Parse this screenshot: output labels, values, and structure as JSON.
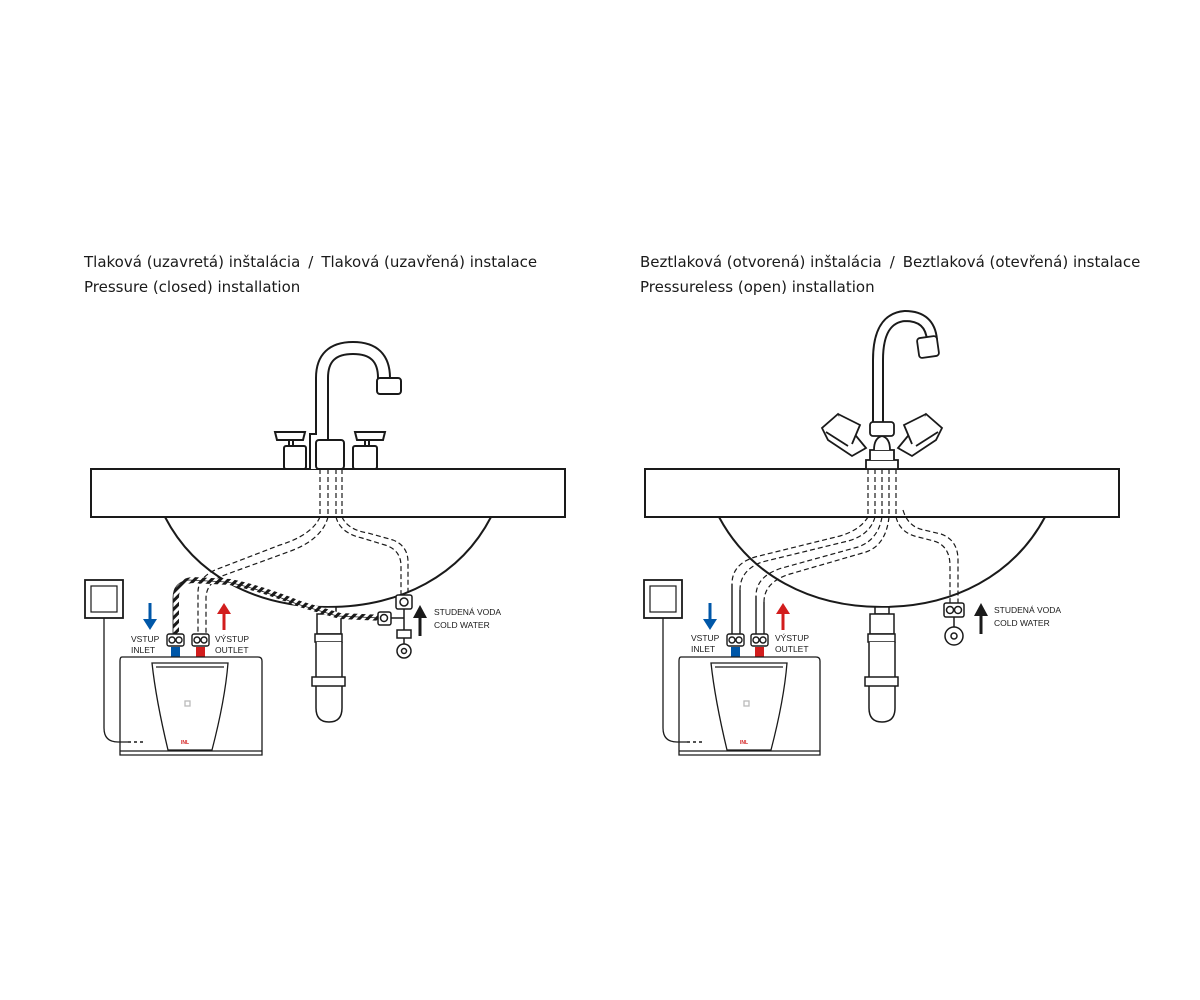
{
  "panels": [
    {
      "title_line1_a": "Tlaková (uzavretá) inštalácia",
      "title_sep": "/",
      "title_line1_b": "Tlaková (uzavřená) instalace",
      "title_line2": "Pressure (closed) installation",
      "labels": {
        "inlet_cz": "VSTUP",
        "inlet_en": "INLET",
        "outlet_cz": "VÝSTUP",
        "outlet_en": "OUTLET",
        "cold_cz": "STUDENÁ VODA",
        "cold_en": "COLD WATER"
      },
      "brand": "INL"
    },
    {
      "title_line1_a": "Beztlaková (otvorená) inštalácia",
      "title_sep": "/",
      "title_line1_b": "Beztlaková (otevřená) instalace",
      "title_line2": "Pressureless (open) installation",
      "labels": {
        "inlet_cz": "VSTUP",
        "inlet_en": "INLET",
        "outlet_cz": "VÝSTUP",
        "outlet_en": "OUTLET",
        "cold_cz": "STUDENÁ VODA",
        "cold_en": "COLD WATER"
      },
      "brand": "INL"
    }
  ],
  "colors": {
    "inlet_arrow": "#0057a8",
    "outlet_arrow": "#d21d1d",
    "cold_arrow": "#1a1a1a",
    "line": "#1a1a1a"
  }
}
